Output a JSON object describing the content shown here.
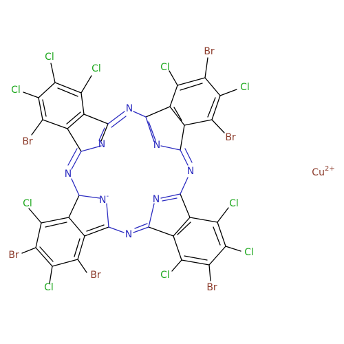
{
  "molecule": {
    "atom_labels": [
      {
        "id": "cl-1",
        "text": "Cl",
        "element": "Cl"
      },
      {
        "id": "cl-2",
        "text": "Cl",
        "element": "Cl"
      },
      {
        "id": "cl-3",
        "text": "Cl",
        "element": "Cl"
      },
      {
        "id": "br-1",
        "text": "Br",
        "element": "Br"
      },
      {
        "id": "cl-4",
        "text": "Cl",
        "element": "Cl"
      },
      {
        "id": "br-2",
        "text": "Br",
        "element": "Br"
      },
      {
        "id": "cl-5",
        "text": "Cl",
        "element": "Cl"
      },
      {
        "id": "br-3",
        "text": "Br",
        "element": "Br"
      },
      {
        "id": "cl-6",
        "text": "Cl",
        "element": "Cl"
      },
      {
        "id": "br-4",
        "text": "Br",
        "element": "Br"
      },
      {
        "id": "cl-7",
        "text": "Cl",
        "element": "Cl"
      },
      {
        "id": "br-5",
        "text": "Br",
        "element": "Br"
      },
      {
        "id": "cl-8",
        "text": "Cl",
        "element": "Cl"
      },
      {
        "id": "cl-9",
        "text": "Cl",
        "element": "Cl"
      },
      {
        "id": "cl-10",
        "text": "Cl",
        "element": "Cl"
      },
      {
        "id": "br-6",
        "text": "Br",
        "element": "Br"
      },
      {
        "id": "n-1",
        "text": "N",
        "element": "N"
      },
      {
        "id": "n-2",
        "text": "N",
        "element": "N"
      },
      {
        "id": "n-3",
        "text": "N",
        "element": "N"
      },
      {
        "id": "n-4",
        "text": "N",
        "element": "N"
      },
      {
        "id": "n-5",
        "text": "N",
        "element": "N"
      },
      {
        "id": "n-6",
        "text": "N",
        "element": "N"
      },
      {
        "id": "n-7",
        "text": "N",
        "element": "N"
      },
      {
        "id": "n-8",
        "text": "N",
        "element": "N"
      }
    ],
    "charged_nitrogen": {
      "symbol": "N",
      "charge": "-"
    },
    "counter_ion": {
      "symbol": "Cu",
      "charge": "2+"
    },
    "colors": {
      "Cl": "#1fa81f",
      "Br": "#8b3a2a",
      "N": "#2b2bc0",
      "Cu": "#8b3a2a",
      "bond": "#000000"
    }
  }
}
